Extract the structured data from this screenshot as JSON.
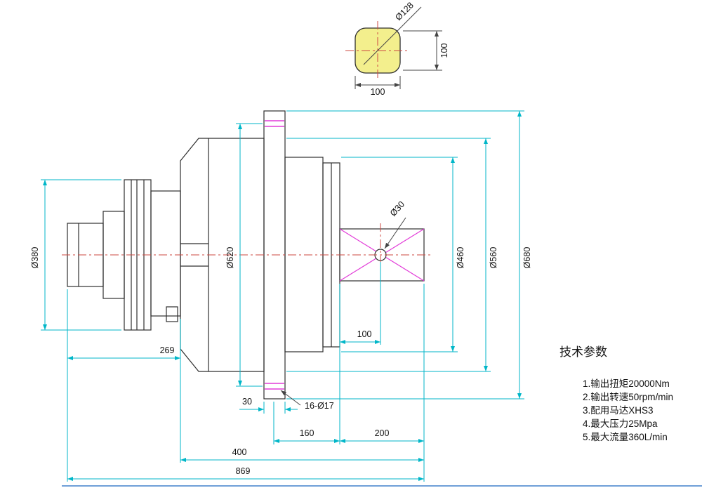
{
  "detail_view": {
    "corner_diameter": "Ø128",
    "width": "100",
    "height": "100"
  },
  "dimensions": {
    "left_diameter": "Ø380",
    "bolt_circle_diameter": "Ø620",
    "right_inner_diameter": "Ø460",
    "body_diameter": "Ø560",
    "flange_outer_diameter": "Ø680",
    "shaft_hole_diameter": "Ø30",
    "bolt_holes": "16-Ø17",
    "length_269": "269",
    "flange_thickness": "30",
    "shaft_hole_offset": "100",
    "length_160": "160",
    "length_200": "200",
    "length_400": "400",
    "overall_length": "869"
  },
  "tech_params": {
    "title": "技术参数",
    "items": [
      "1.输出扭矩20000Nm",
      "2.输出转速50rpm/min",
      "3.配用马达XHS3",
      "4.最大压力25Mpa",
      "5.最大流量360L/min"
    ]
  },
  "colors": {
    "dimension_line": "#00b6c8",
    "centerline": "#cd4a42",
    "bolt_hole_mark": "#e23bd8",
    "flange_fill": "#f3ef8d",
    "outline": "#2e2e2e",
    "text": "#111111"
  }
}
